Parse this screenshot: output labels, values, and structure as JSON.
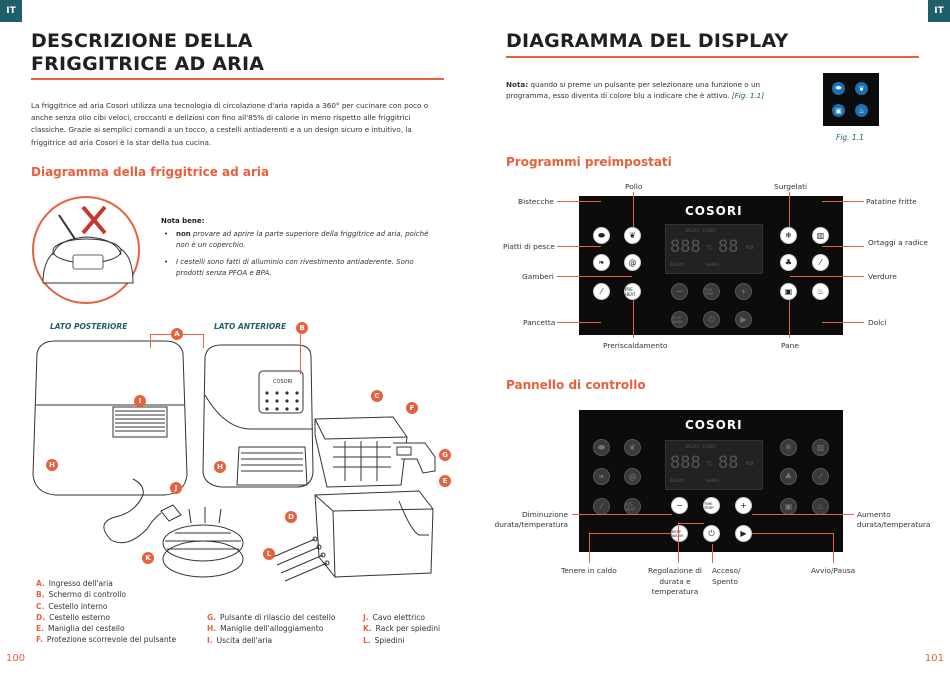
{
  "lang_tab": "IT",
  "left": {
    "title_line1": "DESCRIZIONE DELLA",
    "title_line2": "FRIGGITRICE AD ARIA",
    "intro": "La friggitrice ad aria Cosori utilizza una tecnologia di circolazione d'aria rapida a 360° per cucinare con poco o anche senza olio cibi veloci, croccanti e deliziosi con fino all'85% di calorie in meno rispetto alle friggitrici classiche. Grazie ai semplici comandi a un tocco, a cestelli antiaderenti e a un design sicuro e intuitivo, la friggitrice ad aria Cosori è la star della tua cucina.",
    "diagram_heading": "Diagramma della friggitrice ad aria",
    "note_title": "Nota bene:",
    "note_1_bold": "non",
    "note_1": "provare ad aprire la parte superiore della friggitrice ad aria, poiché non è un coperchio.",
    "note_2": "I cestelli sono fatti di alluminio con rivestimento antiaderente. Sono prodotti senza PFOA e BPA.",
    "label_back": "LATO POSTERIORE",
    "label_front": "LATO ANTERIORE",
    "screen_brand": "COSORI",
    "legend": [
      {
        "k": "A.",
        "t": "Ingresso dell'aria"
      },
      {
        "k": "B.",
        "t": "Schermo di controllo"
      },
      {
        "k": "C.",
        "t": "Cestello interno"
      },
      {
        "k": "D.",
        "t": "Cestello esterno"
      },
      {
        "k": "E.",
        "t": "Maniglia del cestello"
      },
      {
        "k": "F.",
        "t": "Protezione scorrevole del pulsante"
      },
      {
        "k": "G.",
        "t": "Pulsante di rilascio del cestello"
      },
      {
        "k": "H.",
        "t": "Maniglie dell'alloggiamento"
      },
      {
        "k": "I.",
        "t": "Uscita dell'aria"
      },
      {
        "k": "J.",
        "t": "Cavo elettrico"
      },
      {
        "k": "K.",
        "t": "Rack per spiedini"
      },
      {
        "k": "L.",
        "t": "Spiedini"
      }
    ],
    "page_number": "100"
  },
  "right": {
    "title": "DIAGRAMMA DEL DISPLAY",
    "note_bold": "Nota:",
    "note": "quando si preme un pulsante per selezionare una funzione o un programma, esso diventa di colore blu a indicare che è attivo.",
    "note_ref": "[Fig. 1.1]",
    "fig_caption": "Fig. 1.1",
    "presets_heading": "Programmi preimpostati",
    "control_heading": "Pannello di controllo",
    "brand": "COSORI",
    "lcd_top": "DELAY START",
    "lcd_digits_left": "888",
    "lcd_digits_right": "88",
    "lcd_unit_left": "°C",
    "lcd_unit_right": "MIN",
    "lcd_ready": "READY",
    "lcd_shake": "SHAKE",
    "preset_labels": {
      "pollo": "Pollo",
      "surgelati": "Surgelati",
      "bistecche": "Bistecche",
      "patatine": "Patatine fritte",
      "pesce": "Piatti di pesce",
      "ortaggi": "Ortaggi a radice",
      "gamberi": "Gamberi",
      "verdure": "Verdure",
      "pancetta": "Pancetta",
      "dolci": "Dolci",
      "preriscaldamento": "Preriscaldamento",
      "pane": "Pane"
    },
    "btn_preheat": "PRE HEAT",
    "btn_keepwarm": "KEEP WARM",
    "btn_timetemp": "TIME TEMP",
    "control_labels": {
      "diminuzione": "Diminuzione durata/temperatura",
      "aumento": "Aumento durata/temperatura",
      "tenere": "Tenere in caldo",
      "regolazione": "Regolazione di durata e temperatura",
      "acceso": "Acceso/ Spento",
      "avvio": "Avvio/Pausa"
    },
    "page_number": "101"
  },
  "colors": {
    "accent": "#e8603c",
    "tab": "#1f5f6b",
    "panel": "#0c0c0c",
    "active_blue": "#1b6fb5"
  }
}
